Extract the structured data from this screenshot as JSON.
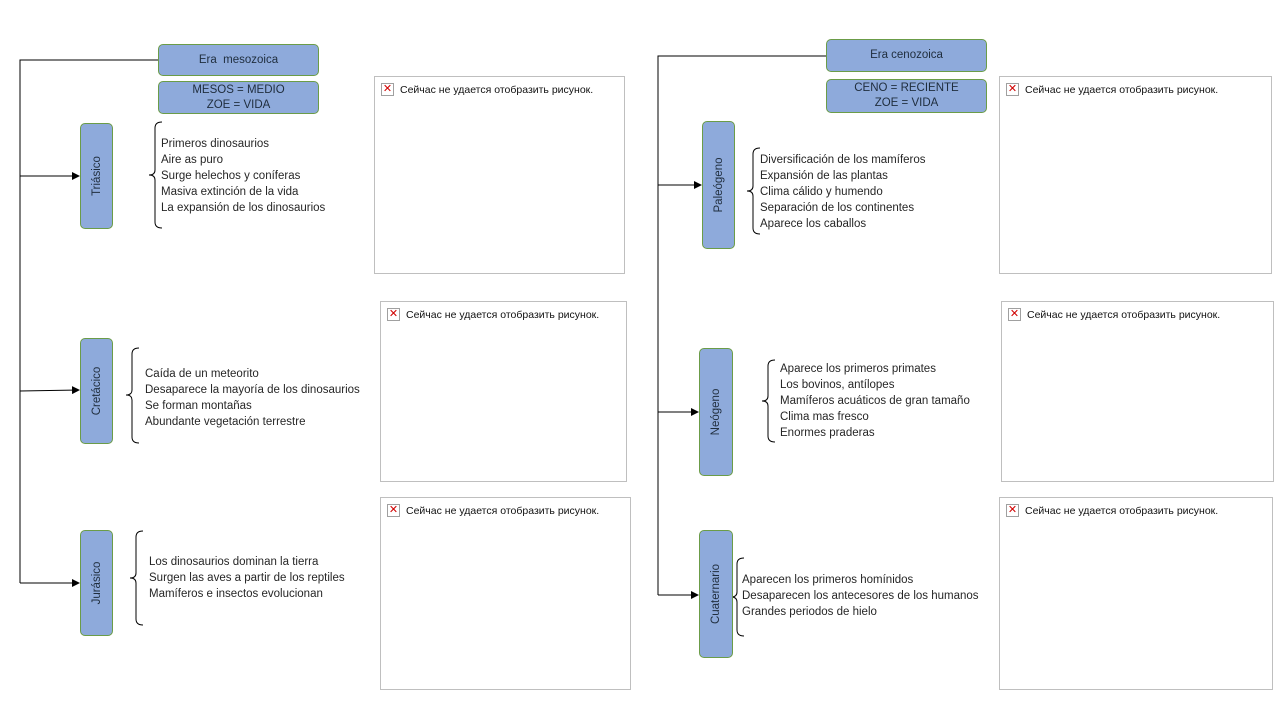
{
  "colors": {
    "box_fill": "#8eaadb",
    "box_border": "#6b9c48",
    "connector": "#000000",
    "frame_border": "#bfbfbf",
    "error_icon": "#d00000"
  },
  "mesozoic": {
    "title": "Era  mesozoica",
    "meaning_line1": "MESOS = MEDIO",
    "meaning_line2": "ZOE = VIDA",
    "triasico": {
      "label": "Triásico",
      "facts": [
        "Primeros dinosaurios",
        "Aire as puro",
        "Surge helechos y coníferas",
        "Masiva extinción de la vida",
        "La expansión de los dinosaurios"
      ]
    },
    "cretacico": {
      "label": "Cretácico",
      "facts": [
        "Caída de un meteorito",
        "Desaparece la mayoría de los dinosaurios",
        "Se forman montañas",
        "Abundante vegetación terrestre"
      ]
    },
    "jurasico": {
      "label": "Jurásico",
      "facts": [
        "Los dinosaurios dominan la tierra",
        "Surgen las aves a partir de los reptiles",
        "Mamíferos e insectos evolucionan"
      ]
    }
  },
  "cenozoic": {
    "title": "Era cenozoica",
    "meaning_line1": "CENO = RECIENTE",
    "meaning_line2": "ZOE = VIDA",
    "paleogeno": {
      "label": "Paleógeno",
      "facts": [
        "Diversificación de los mamíferos",
        "Expansión de las plantas",
        "Clima cálido y humendo",
        "Separación de los continentes",
        "Aparece los caballos"
      ]
    },
    "neogeno": {
      "label": "Neógeno",
      "facts": [
        "Aparece los primeros primates",
        "Los bovinos, antílopes",
        "Mamíferos acuáticos de gran tamaño",
        "Clima mas fresco",
        "Enormes praderas"
      ]
    },
    "cuaternario": {
      "label": "Cuaternario",
      "facts": [
        "Aparecen los primeros homínidos",
        "Desaparecen los antecesores de los humanos",
        "Grandes periodos de hielo"
      ]
    }
  },
  "image_placeholder": {
    "icon": "broken-image-icon",
    "text": "Сейчас не удается отобразить рисунок."
  }
}
